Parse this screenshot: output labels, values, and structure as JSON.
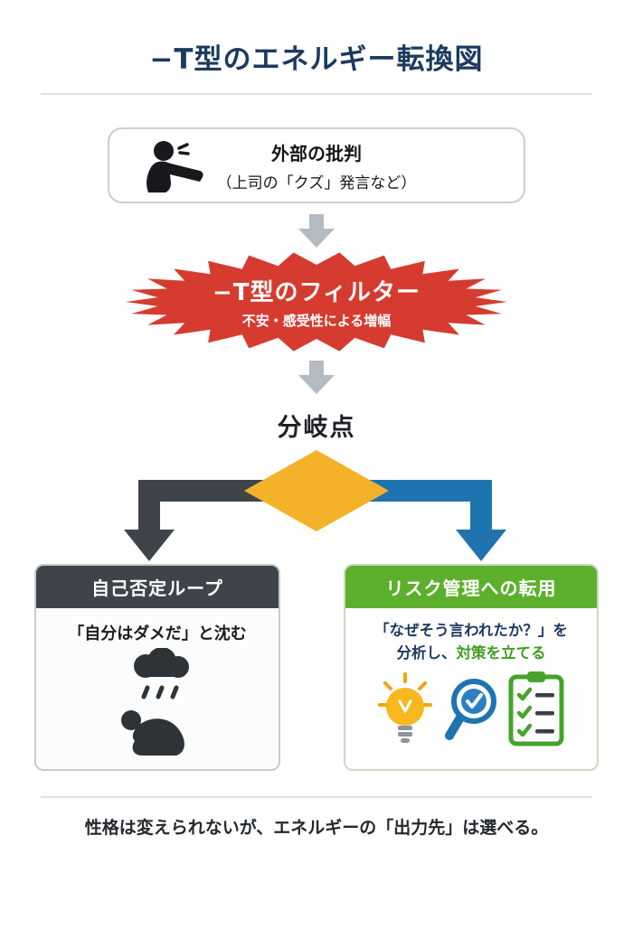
{
  "title": "−T型のエネルギー転換図",
  "criticism": {
    "title": "外部の批判",
    "subtitle": "（上司の「クズ」発言など）"
  },
  "filter": {
    "title": "−T型のフィルター",
    "subtitle": "不安・感受性による増幅"
  },
  "branch_label": "分岐点",
  "left_box": {
    "header": "自己否定ループ",
    "body": "「自分はダメだ」と沈む"
  },
  "right_box": {
    "header": "リスク管理への転用",
    "line1": "「なぜそう言われたか？」を",
    "line2_dark": "分析し、",
    "line2_green": "対策を立てる"
  },
  "footer": "性格は変えられないが、エネルギーの「出力先」は選べる。",
  "icons": {
    "criticism": "pointing-person-icon",
    "down_arrows": "down-arrow-icon",
    "left_result": "rain-cloud-kneeling-person-icon",
    "right_result": [
      "lightbulb-icon",
      "magnifier-check-icon",
      "checklist-icon"
    ]
  },
  "colors": {
    "title_navy": "#1c3a5e",
    "burst_red": "#d63b2f",
    "diamond_yellow": "#f3b22a",
    "dark_gray": "#3e4449",
    "blue": "#1f74b0",
    "green": "#5cb02c",
    "green_text": "#3f9e22",
    "arrow_gray": "#b3bac0"
  }
}
